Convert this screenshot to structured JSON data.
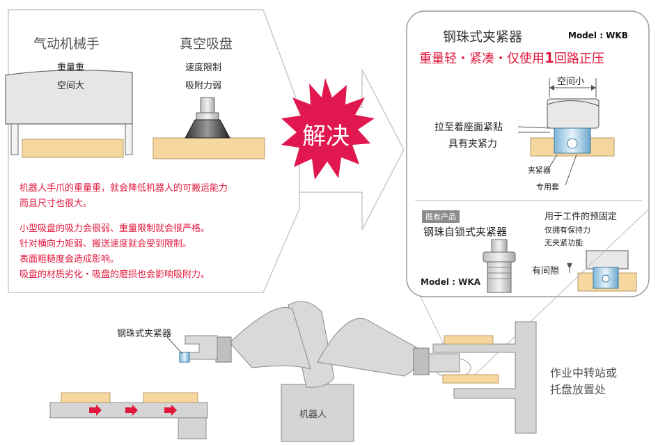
{
  "left": {
    "gripper": {
      "title": "气动机械手",
      "line1": "重量重",
      "line2": "空间大"
    },
    "vacuum": {
      "title": "真空吸盘",
      "line1": "速度限制",
      "line2": "吸附力弱"
    },
    "para1": [
      "机器人手爪的重量重，就会降低机器人的可搬运能力",
      "而且尺寸也很大。"
    ],
    "para2": [
      "小型吸盘的吸力会很弱、重量限制就会很严格。",
      "针对横向力矩弱、搬送速度就会受到限制。",
      "表面粗糙度会造成影响。",
      "吸盘的材质劣化・吸盘的磨损也会影响吸附力。"
    ]
  },
  "center": {
    "burst_label": "解决"
  },
  "right": {
    "title": "钢珠式夹紧器",
    "model": "Model : WKB",
    "tagline_a": "重量轻・紧凑・仅使用",
    "tagline_num": "1",
    "tagline_b": "回路正压",
    "space_label": "空间小",
    "seat_label_1": "拉至着座面紧贴",
    "seat_label_2": "具有夹紧力",
    "clamp_label": "夹紧器",
    "sleeve_label": "专用套",
    "existing": {
      "badge": "既有产品",
      "name": "钢珠自锁式夹紧器",
      "model": "Model : WKA",
      "use_title": "用于工件的预固定",
      "note1": "仅拥有保持力",
      "note2": "无夹紧功能",
      "gap_label": "有间隙"
    }
  },
  "bottom": {
    "clamp_callout": "钢珠式夹紧器",
    "robot_label": "机器人",
    "station_1": "作业中转站或",
    "station_2": "托盘放置处"
  },
  "colors": {
    "accent": "#e0183c",
    "wood": "#f6d7a0",
    "metal": "#d9d9d9",
    "outline": "#888888"
  }
}
